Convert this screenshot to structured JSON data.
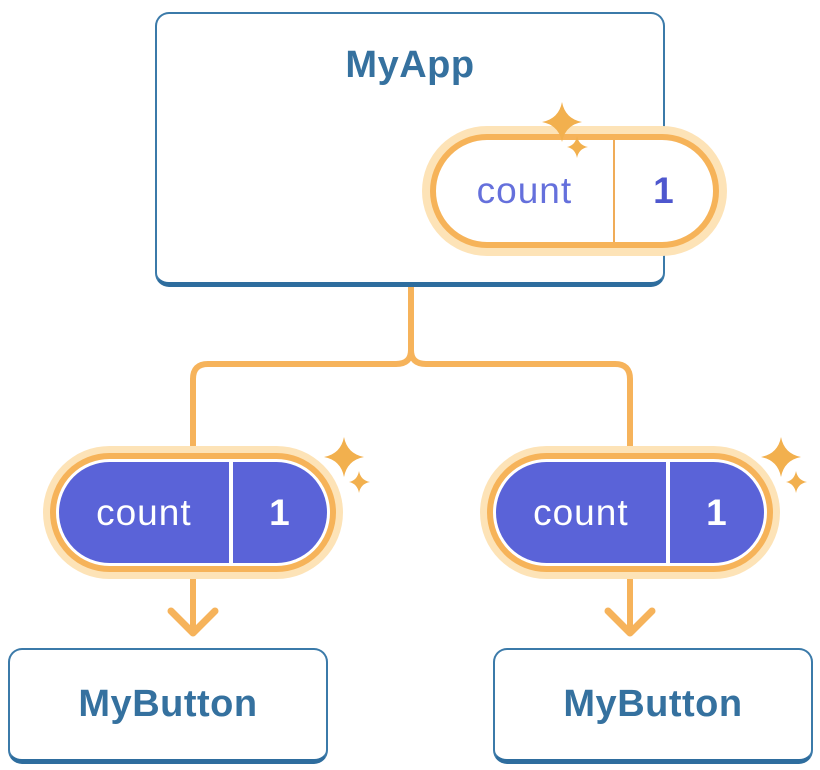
{
  "root_card": {
    "title": "MyApp",
    "pill": {
      "label": "count",
      "value": "1"
    }
  },
  "child_cards": [
    {
      "title": "MyButton",
      "pill": {
        "label": "count",
        "value": "1"
      }
    },
    {
      "title": "MyButton",
      "pill": {
        "label": "count",
        "value": "1"
      }
    }
  ],
  "icons": {
    "sparkle": "sparkle-icon",
    "arrow": "arrow-down-icon"
  },
  "colors": {
    "canvas_bg": "#FFFFFF",
    "card_bg": "#FFFFFF",
    "card_border": "#3B7AA9",
    "card_border_bottom": "#2E6D9E",
    "heading_text": "#35719F",
    "connector": "#F6B35B",
    "pill_halo": "#FDE3B7",
    "pill_ring": "#F6B359",
    "pill_divider": "#F0AC58",
    "state_label_text": "#6570DC",
    "state_value_text": "#4E57CE",
    "prop_pill_fill": "#5A63D8",
    "prop_pill_text": "#FFFFFF",
    "sparkle": "#F2B04E"
  }
}
